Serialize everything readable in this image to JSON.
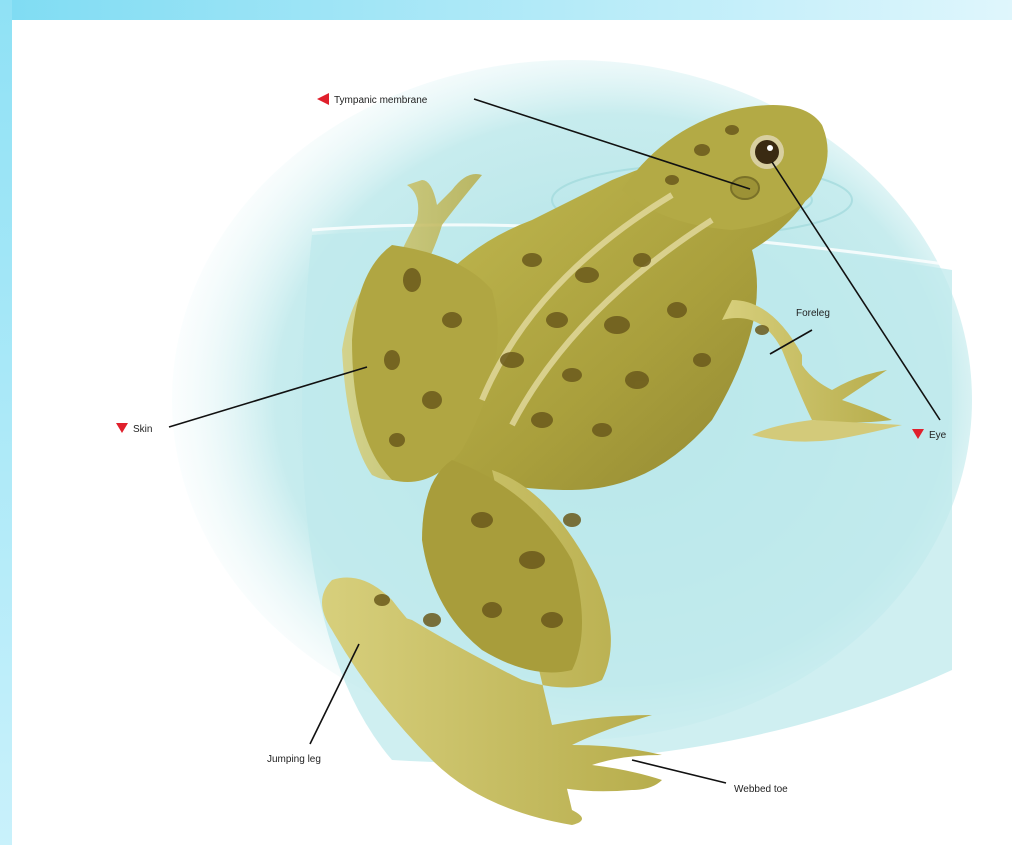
{
  "diagram": {
    "subject": "frog",
    "labels": {
      "tympanic_membrane": "Tympanic membrane",
      "foreleg": "Foreleg",
      "skin": "Skin",
      "eye": "Eye",
      "jumping_leg": "Jumping leg",
      "webbed_toe": "Webbed toe"
    },
    "colors": {
      "water": "#bfe9ec",
      "frog_body": "#b8b04a",
      "frog_spots": "#6b5a1c",
      "frog_belly": "#d9d08a",
      "marker": "#e0202c",
      "frame": "#8fe1f5"
    }
  }
}
